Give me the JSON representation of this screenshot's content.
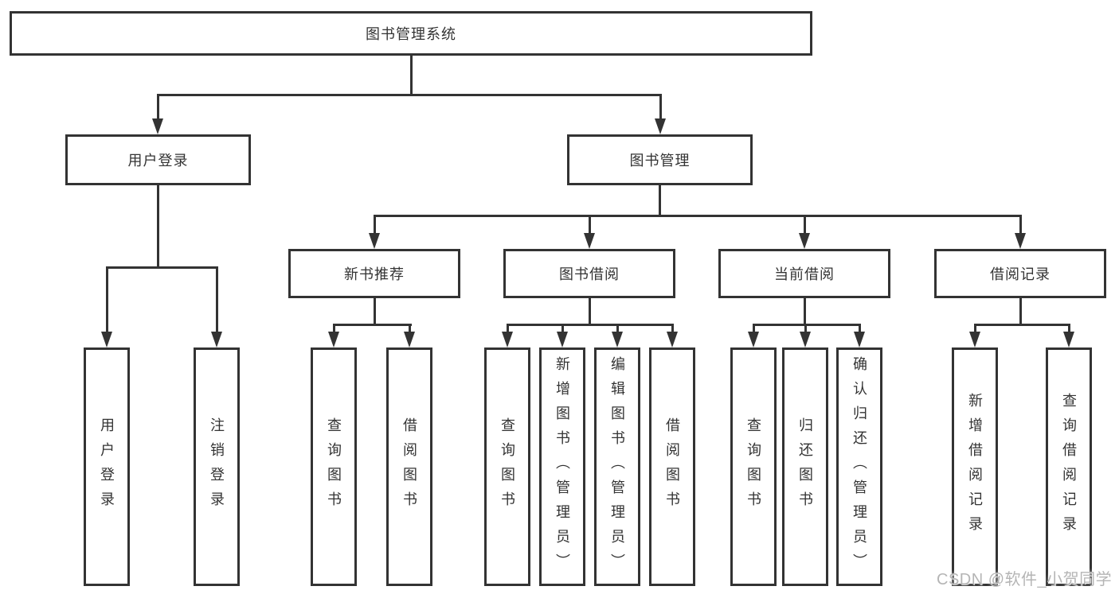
{
  "tree": {
    "root": {
      "label": "图书管理系统",
      "children": {
        "user_login": {
          "label": "用户登录",
          "children": {
            "user_login_page": {
              "label": "用户登录"
            },
            "logout": {
              "label": "注销登录"
            }
          }
        },
        "book_mgmt": {
          "label": "图书管理",
          "children": {
            "new_book_rec": {
              "label": "新书推荐",
              "children": {
                "query_book": {
                  "label": "查询图书"
                },
                "borrow_book": {
                  "label": "借阅图书"
                }
              }
            },
            "book_borrow": {
              "label": "图书借阅",
              "children": {
                "query_book": {
                  "label": "查询图书"
                },
                "add_book_admin": {
                  "label": "新增图书（管理员）"
                },
                "edit_book_admin": {
                  "label": "编辑图书（管理员）"
                },
                "borrow_book": {
                  "label": "借阅图书"
                }
              }
            },
            "current_borrow": {
              "label": "当前借阅",
              "children": {
                "query_book": {
                  "label": "查询图书"
                },
                "return_book": {
                  "label": "归还图书"
                },
                "confirm_return_admin": {
                  "label": "确认归还（管理员）"
                }
              }
            },
            "borrow_record": {
              "label": "借阅记录",
              "children": {
                "add_record": {
                  "label": "新增借阅记录"
                },
                "query_record": {
                  "label": "查询借阅记录"
                }
              }
            }
          }
        }
      }
    }
  },
  "watermark": {
    "text": "CSDN @软件_小贺同学"
  },
  "colors": {
    "line": "#333333",
    "text": "#333333",
    "background": "#ffffff",
    "watermark": "#b5b5b5"
  }
}
